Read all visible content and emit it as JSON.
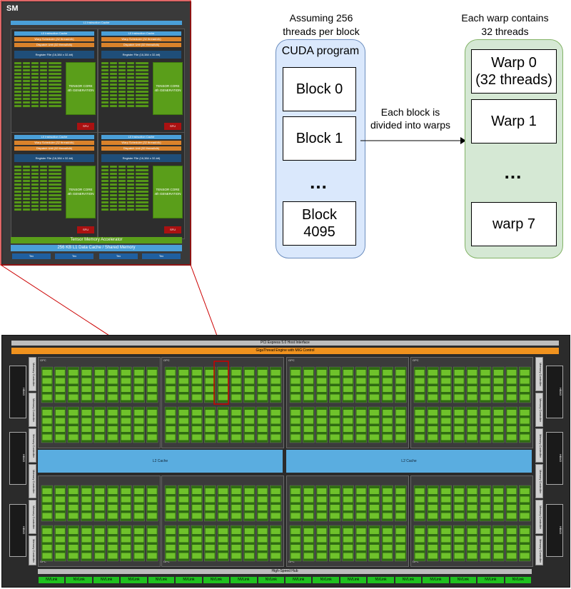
{
  "sm_panel": {
    "title": "SM",
    "l1_instruction_cache": "L1 Instruction Cache",
    "l0_cache": "L0 Instruction Cache",
    "warp_scheduler": "Warp Scheduler (32 thread/clk)",
    "dispatch_unit": "Dispatch Unit (32 thread/clk)",
    "register_file": "Register File (16,384 x 32-bit)",
    "tensor_core_line1": "TENSOR CORE",
    "tensor_core_line2": "4th GENERATION",
    "sfu": "SFU",
    "tensor_memory_accelerator": "Tensor Memory Accelerator",
    "l1_data_cache": "256 KB L1 Data Cache / Shared Memory",
    "tex": "Tex",
    "colors": {
      "orange": "#d9822b",
      "green": "#5a9e1a",
      "blue": "#4a9fd8",
      "navy": "#1f4e79",
      "red": "#aa1111"
    }
  },
  "cuda_panel": {
    "caption_line1": "Assuming 256",
    "caption_line2": "threads per block",
    "title": "CUDA program",
    "blocks": [
      "Block 0",
      "Block 1"
    ],
    "ellipsis": "...",
    "last_block_line1": "Block",
    "last_block_line2": "4095",
    "fill": "#dae8fc",
    "stroke": "#6c8ebf"
  },
  "arrow": {
    "label_line1": "Each block is",
    "label_line2": "divided into warps"
  },
  "warp_panel": {
    "caption_line1": "Each warp contains",
    "caption_line2": "32 threads",
    "warp0_line1": "Warp 0",
    "warp0_line2": "(32 threads)",
    "warp1": "Warp 1",
    "ellipsis": "...",
    "warp7": "warp 7",
    "fill": "#d5e8d4",
    "stroke": "#82b366"
  },
  "gpu": {
    "pcie": "PCI Express 5.0 Host Interface",
    "gigathread": "GigaThread Engine with MIG Control",
    "gpc": "GPC",
    "l2_cache": "L2 Cache",
    "memory_controller": "Memory Controller",
    "hbm": "HBM3",
    "high_speed_hub": "High-Speed Hub",
    "nvlink": "NVLink",
    "nvlink_count": 18,
    "colors": {
      "pcie_bar": "#bdbdbd",
      "giga_bar": "#f0921e",
      "l2": "#5aade0",
      "nvlink": "#1fc11f",
      "highlight": "#cc0000"
    }
  }
}
